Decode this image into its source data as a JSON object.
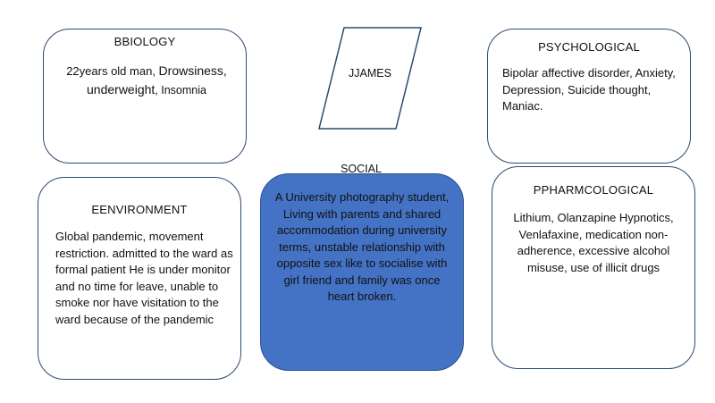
{
  "center": {
    "label": "JJAMES"
  },
  "biology": {
    "title": "BBIOLOGY",
    "text_part1": "22years old man, ",
    "text_part2": "Drowsiness, underweight",
    "text_part3": ", Insomnia"
  },
  "psychological": {
    "title": "PSYCHOLOGICAL",
    "text": "Bipolar affective disorder, Anxiety, Depression, Suicide thought, Maniac."
  },
  "social": {
    "title": "SOCIAL",
    "text": "A University photography student, Living with parents and shared accommodation during university terms, unstable relationship with opposite sex like to socialise with girl friend and family was once heart broken."
  },
  "environment": {
    "title": "EENVIRONMENT",
    "text": "Global pandemic, movement restriction. admitted to the ward as formal patient He is under monitor and no time for leave, unable to smoke nor have visitation to the ward because of the pandemic"
  },
  "pharmacological": {
    "title": "PPHARMCOLOGICAL",
    "text": "Lithium, Olanzapine Hypnotics, Venlafaxine, medication non-adherence, excessive alcohol misuse, use of illicit drugs"
  },
  "colors": {
    "social_fill": "#4472c4",
    "border": "#2c4a72"
  }
}
